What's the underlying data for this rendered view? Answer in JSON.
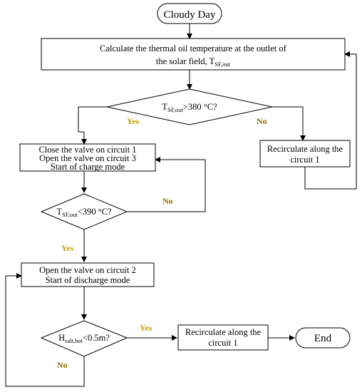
{
  "start": {
    "label": "Cloudy Day"
  },
  "calc": {
    "line1": "Calculate the thermal oil temperature at the outlet of",
    "line2": "the solar field, T",
    "sub": "SF,out"
  },
  "decision1": {
    "prefix": "T",
    "sub": "SF,out",
    "suffix": ">380 °C?"
  },
  "charge": {
    "line1": "Close the valve on circuit 1",
    "line2": "Open the valve on circuit 3",
    "line3": "Start of charge mode"
  },
  "recirc1": {
    "line1": "Recirculate along the",
    "line2": "circuit 1"
  },
  "decision2": {
    "prefix": "T",
    "sub": "SF,out",
    "suffix": "<390 °C?"
  },
  "discharge": {
    "line1": "Open the valve on circuit 2",
    "line2": "Start of discharge mode"
  },
  "decision3": {
    "prefix": "H",
    "sub": "salt,hot",
    "suffix": "<0.5m?"
  },
  "recirc2": {
    "line1": "Recirculate along the",
    "line2": "circuit 1"
  },
  "end": {
    "label": "End"
  },
  "labels": {
    "d1_yes": "Yes",
    "d1_no": "No",
    "d2_no": "No",
    "d2_yes": "Yes",
    "d3_yes": "Yes",
    "d3_no": "No"
  }
}
